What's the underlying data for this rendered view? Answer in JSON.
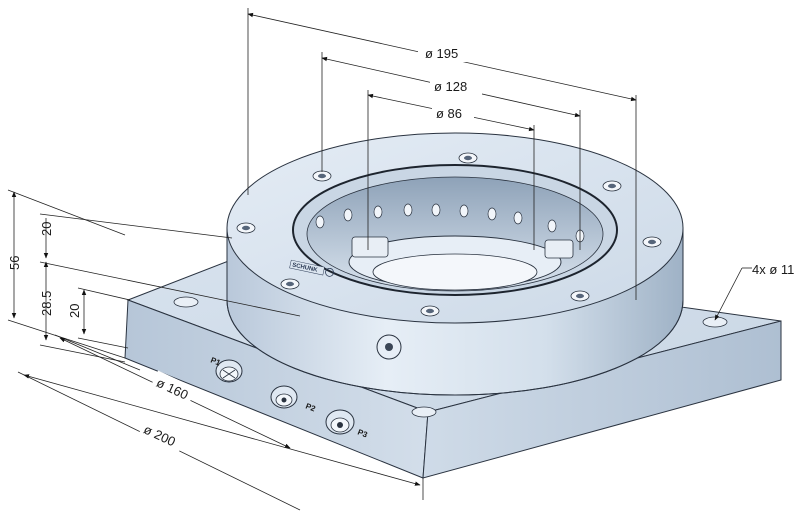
{
  "dimensions": {
    "d195": "ø 195",
    "d128": "ø 128",
    "d86": "ø 86",
    "holes": "4x ø 11",
    "d160": "ø 160",
    "d200": "ø 200",
    "h56": "56",
    "h20a": "20",
    "h28_5": "28.5",
    "h20b": "20"
  },
  "ports": {
    "p1": "P1",
    "p2": "P2",
    "p3": "P3"
  },
  "logo_text": "SCHUNK",
  "colors": {
    "metal_light": "#dfe8f2",
    "metal_mid": "#c3d2e2",
    "metal_dark": "#8d9fb4",
    "edge": "#2a3340"
  }
}
